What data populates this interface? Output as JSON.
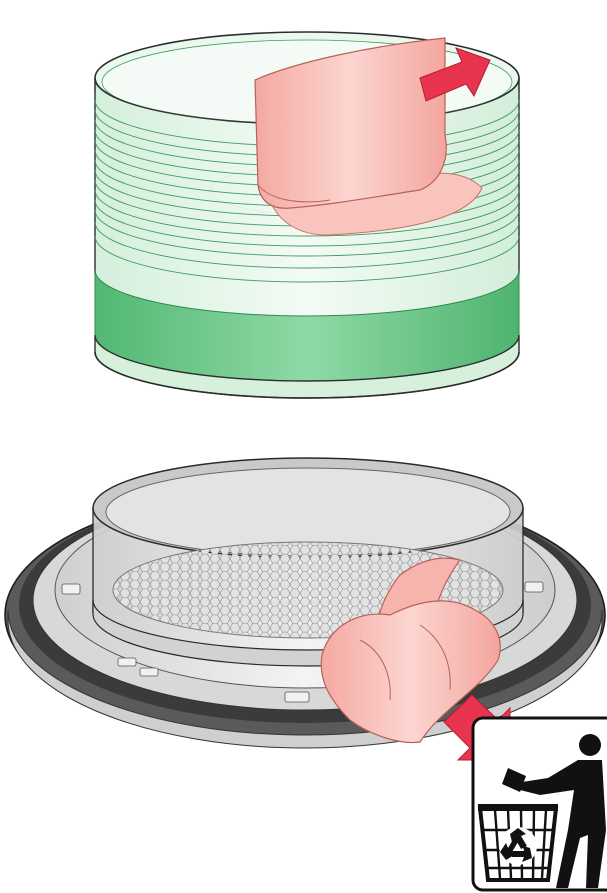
{
  "figure": {
    "panels": [
      {
        "id": "top",
        "depicts": "filter-cylinder-with-liner-being-pulled-out"
      },
      {
        "id": "bottom",
        "depicts": "filter-base-with-liner-being-discarded"
      }
    ],
    "icons": {
      "pull_arrow": "arrow-up-right-icon",
      "discard_arrow": "arrow-down-right-icon",
      "disposal": "trash-disposal-icon",
      "recycle": "recycle-icon"
    },
    "colors": {
      "cylinder_light": "#e3f4e6",
      "cylinder_dark": "#6fc98a",
      "cylinder_line": "#3f9a5e",
      "liner": "#f7b8b2",
      "liner_edge": "#d98880",
      "arrow": "#e8344e",
      "base_light": "#e9e9e9",
      "base_ring": "#4a4a4a",
      "outline": "#222222"
    }
  }
}
